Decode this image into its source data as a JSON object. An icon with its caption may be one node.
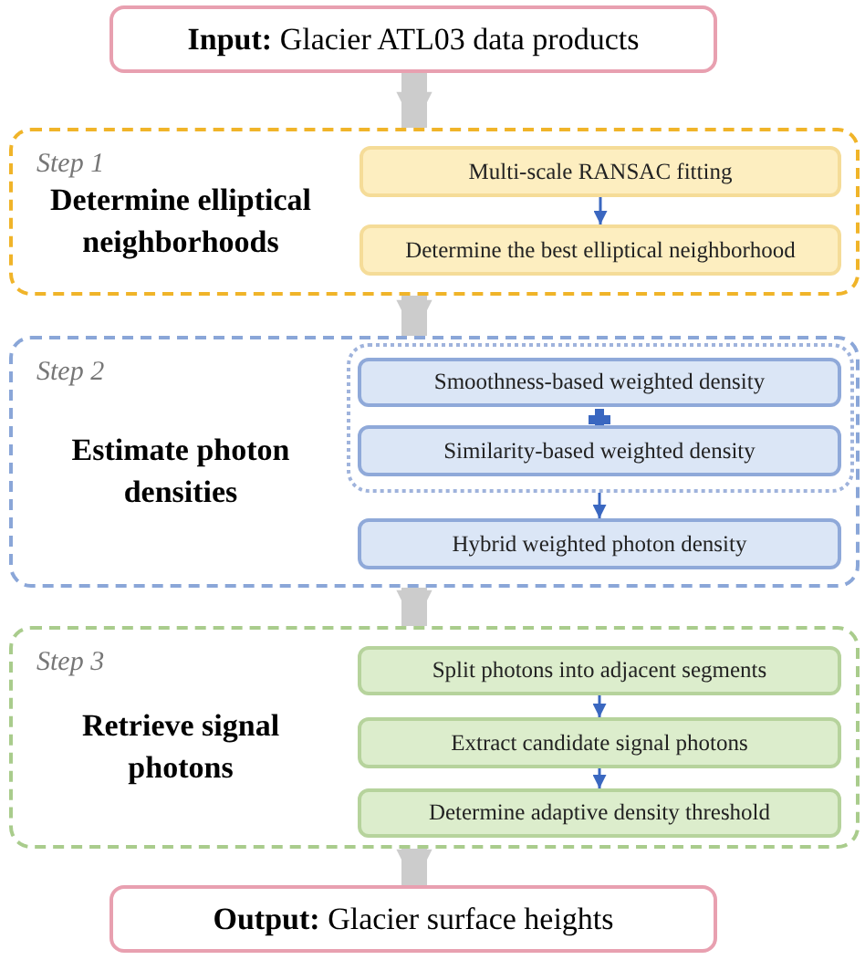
{
  "diagram": {
    "nodes": [
      {
        "text": [
          "**Input:** Glacier ATL03 data products"
        ]
      },
      {
        "text": [
          "Step 1",
          "Determine elliptical neighborhoods"
        ]
      },
      {
        "text": [
          "Multi-scale RANSAC fitting"
        ],
        "in": 1
      },
      {
        "text": [
          "Determine the best elliptical neighborhood"
        ],
        "in": 1
      },
      {
        "text": [
          "Step 2",
          "Estimate photon densities"
        ]
      },
      {
        "text": [],
        "shape": "box",
        "in": 4
      },
      {
        "text": [
          "Smoothness-based weighted density"
        ],
        "in": 5
      },
      {
        "text": [
          "Similarity-based weighted density"
        ],
        "in": 5
      },
      {
        "text": [
          "Hybrid weighted photon density"
        ],
        "in": 4
      },
      {
        "text": [
          "Step 3",
          "Retrieve signal photons"
        ]
      },
      {
        "text": [
          "Split photons into adjacent segments"
        ],
        "in": 9
      },
      {
        "text": [
          "Extract candidate signal photons"
        ],
        "in": 9
      },
      {
        "text": [
          "Determine adaptive density threshold"
        ],
        "in": 9
      },
      {
        "text": [
          "**Output:** Glacier surface heights"
        ]
      }
    ],
    "edges": [
      {
        "from": 0,
        "to": 1,
        "arrow": "to",
        "style": "thick",
        "color": "#cccccc"
      },
      {
        "from": 2,
        "to": 3,
        "arrow": "to",
        "color": "#3a67c0"
      },
      {
        "from": 1,
        "to": 4,
        "arrow": "to",
        "style": "thick",
        "color": "#cccccc"
      },
      {
        "from": 5,
        "to": 8,
        "arrow": "to",
        "color": "#3a67c0"
      },
      {
        "from": 4,
        "to": 9,
        "arrow": "to",
        "style": "thick",
        "color": "#cccccc"
      },
      {
        "from": 10,
        "to": 11,
        "arrow": "to",
        "color": "#3a67c0"
      },
      {
        "from": 11,
        "to": 12,
        "arrow": "to",
        "color": "#3a67c0"
      },
      {
        "from": 9,
        "to": 13,
        "arrow": "to",
        "style": "thick",
        "color": "#cccccc"
      }
    ]
  }
}
